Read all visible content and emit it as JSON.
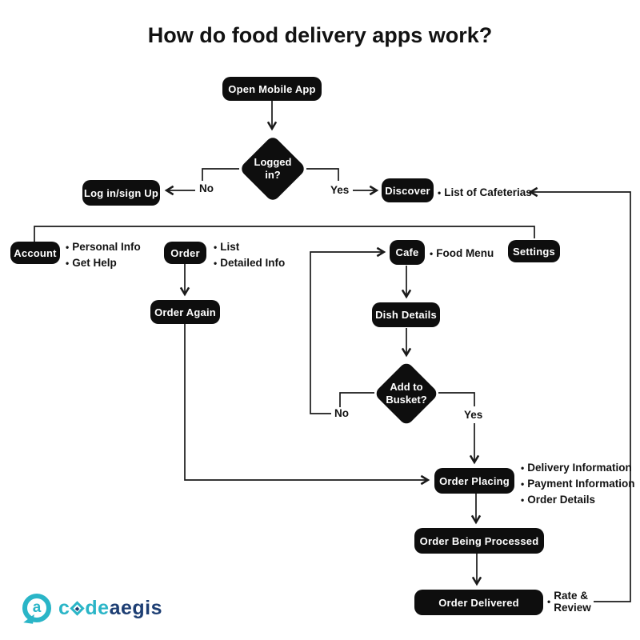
{
  "title": "How do food delivery apps work?",
  "ui": {
    "bullet": "•"
  },
  "nodes": {
    "open_app": "Open Mobile App",
    "logged_in": "Logged in?",
    "login_signup": "Log in/sign Up",
    "discover": "Discover",
    "account": "Account",
    "order": "Order",
    "cafe": "Cafe",
    "settings": "Settings",
    "order_again": "Order Again",
    "dish_details": "Dish Details",
    "add_to_busket": "Add to Busket?",
    "order_placing": "Order Placing",
    "order_processed": "Order Being Processed",
    "order_delivered": "Order Delivered"
  },
  "edge_labels": {
    "logged_in_no": "No",
    "logged_in_yes": "Yes",
    "busket_no": "No",
    "busket_yes": "Yes"
  },
  "annotations": {
    "discover": [
      "List of Cafeterias"
    ],
    "account": [
      "Personal Info",
      "Get Help"
    ],
    "order": [
      "List",
      "Detailed Info"
    ],
    "cafe": [
      "Food Menu"
    ],
    "order_placing": [
      "Delivery Information",
      "Payment Information",
      "Order Details"
    ],
    "order_delivered": [
      "Rate & Review"
    ]
  },
  "logo": {
    "mark_letter": "a",
    "part1": "c",
    "part2": "de",
    "part3": "aegis"
  },
  "colors": {
    "node_bg": "#0e0e0e",
    "line": "#1a1a1a",
    "ink": "#121212",
    "teal": "#2ab5c7",
    "navy": "#1d3e73",
    "bg": "#ffffff"
  }
}
